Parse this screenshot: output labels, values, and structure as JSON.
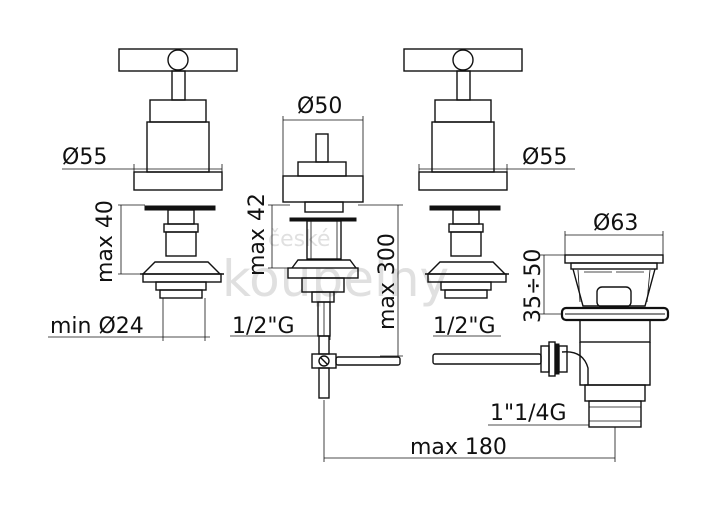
{
  "watermark": {
    "line1": "české",
    "line2": "koupelny"
  },
  "dimensions": {
    "left_valve_diameter": "Ø55",
    "left_valve_height": "max 40",
    "left_valve_min_diameter": "min Ø24",
    "spout_diameter": "Ø50",
    "spout_height": "max 42",
    "spout_thread": "1/2\"G",
    "rod_length": "max 300",
    "right_valve_diameter": "Ø55",
    "right_valve_thread": "1/2\"G",
    "waste_diameter": "Ø63",
    "waste_height": "35÷50",
    "waste_thread": "1\"1/4G",
    "total_depth": "max 180"
  }
}
